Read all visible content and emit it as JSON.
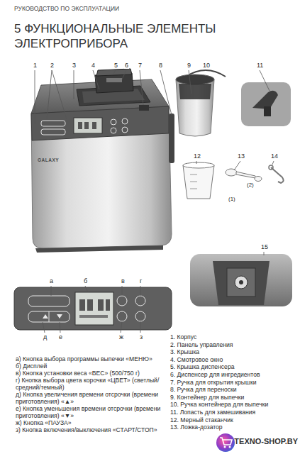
{
  "diagram": {
    "title": "5 ФУНКЦИОНАЛЬНЫЕ ЭЛЕМЕНТЫ ЭЛЕКТРОПРИБОРА",
    "labels": [
      "РУКОВОДСТВО ПО ЭКСПЛУАТАЦИИ",
      "1",
      "2",
      "3",
      "4",
      "5",
      "6",
      "7",
      "8",
      "9",
      "10",
      "11",
      "12",
      "13",
      "14",
      "(2)",
      "(1)",
      "15",
      "GALAXY",
      "а",
      "б",
      "в",
      "г",
      "д",
      "е",
      "ж",
      "з",
      "1. Корпус",
      "2. Панель управления",
      "3. Крышка",
      "4. Смотровое окно",
      "5. Крышка диспенсера",
      "6. Диспенсер для ингредиентов",
      "7. Ручка для открытия крышки",
      "8. Ручка для переноски",
      "9. Контейнер для выпечки",
      "10. Ручка контейнера для выпечки",
      "11. Лопасть для замешивания",
      "12. Мерный стаканчик",
      "13. Ложка-дозатор",
      "а) Кнопка выбора программы выпечки «МЕНЮ»",
      "б) Дисплей",
      "в) Кнопка установки веса «ВЕС» (500/750 г)",
      "г) Кнопка выбора цвета корочки «ЦВЕТ» (светлый/средний/темный)",
      "д) Кнопка увеличения времени отсрочки (времени приготовления) «▲»",
      "е) Кнопка уменьшения времени отсрочки (времени приготовления) «▼»",
      "ж) Кнопка «ПАУЗА»",
      "з) Кнопка включения/выключения «СТАРТ/СТОП»",
      "TEXNO-SHOP.BY"
    ]
  }
}
